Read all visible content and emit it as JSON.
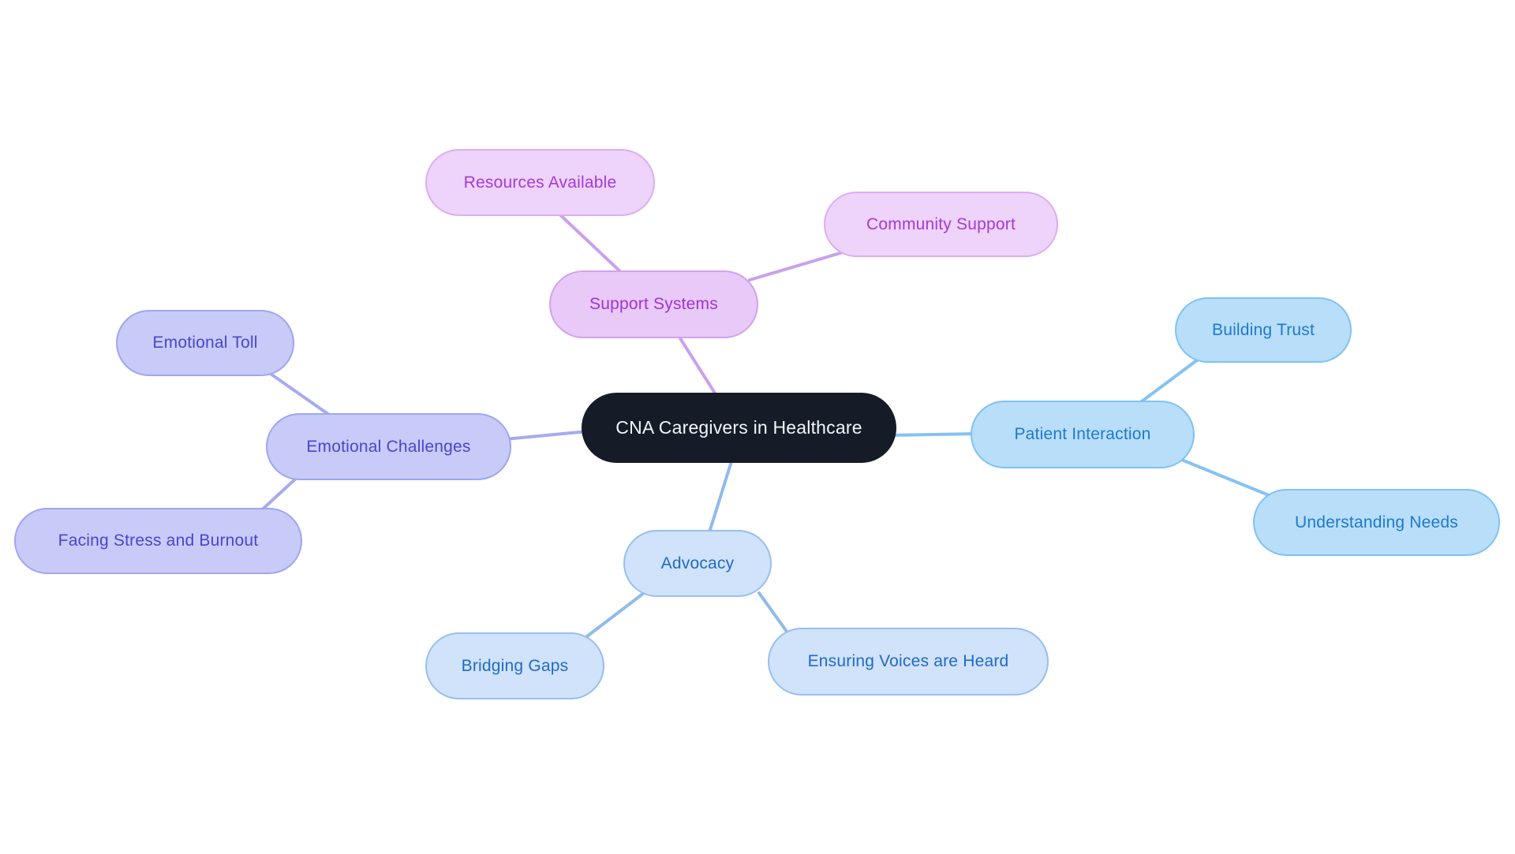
{
  "canvas": {
    "background": "#ffffff"
  },
  "palette": {
    "center": {
      "fill": "#151c27",
      "text": "#f4f6f8"
    },
    "support_systems": {
      "fill": "#e9c9f8",
      "border": "#d2a1f0",
      "text": "#9c33d6",
      "child_fill": "#eed3fa",
      "child_border": "#ddadf2",
      "child_text": "#a43ad8",
      "line": "#c9a0ed"
    },
    "patient_interaction": {
      "fill": "#b9def9",
      "border": "#7ec2f5",
      "text": "#1d79cd",
      "line": "#85c2f2"
    },
    "emotional_challenges": {
      "fill": "#c8cbf8",
      "border": "#9fa5f1",
      "text": "#4a44ce",
      "line": "#a6abf0"
    },
    "advocacy": {
      "fill": "#d0e3fa",
      "border": "#97bfed",
      "text": "#2269c5",
      "line": "#90bbea"
    }
  },
  "mindmap": {
    "root": {
      "label": "CNA Caregivers in Healthcare"
    },
    "branches": [
      {
        "label": "Support Systems",
        "children": [
          {
            "label": "Resources Available"
          },
          {
            "label": "Community Support"
          }
        ]
      },
      {
        "label": "Patient Interaction",
        "children": [
          {
            "label": "Building Trust"
          },
          {
            "label": "Understanding Needs"
          }
        ]
      },
      {
        "label": "Emotional Challenges",
        "children": [
          {
            "label": "Emotional Toll"
          },
          {
            "label": "Facing Stress and Burnout"
          }
        ]
      },
      {
        "label": "Advocacy",
        "children": [
          {
            "label": "Bridging Gaps"
          },
          {
            "label": "Ensuring Voices are Heard"
          }
        ]
      }
    ]
  }
}
